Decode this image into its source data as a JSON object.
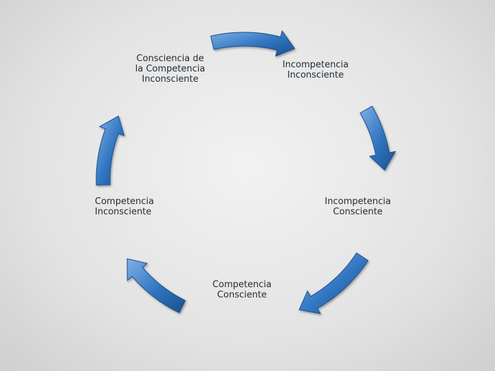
{
  "stages": [
    {
      "id": "stage-incompetencia-inconsciente",
      "label": "Incompetencia\nInconsciente"
    },
    {
      "id": "stage-incompetencia-consciente",
      "label": "Incompetencia\nConsciente"
    },
    {
      "id": "stage-competencia-consciente",
      "label": "Competencia\nConsciente"
    },
    {
      "id": "stage-competencia-inconsciente",
      "label": "Competencia\nInconsciente"
    },
    {
      "id": "stage-consciencia-competencia-inconsciente",
      "label": "Consciencia de\nla Competencia\nInconsciente"
    }
  ],
  "colors": {
    "arrow": "#2f74c0",
    "arrow_light": "#7fb0e6",
    "arrow_dark": "#1c4f8c"
  }
}
